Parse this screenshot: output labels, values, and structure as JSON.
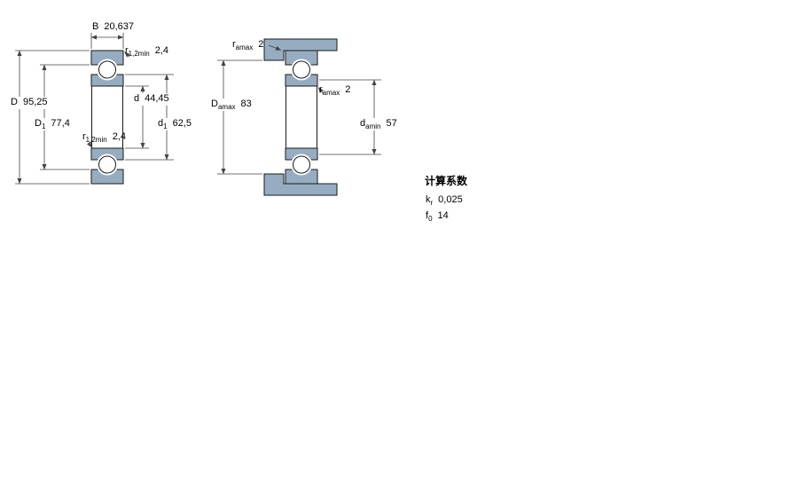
{
  "drawing": {
    "left_view": {
      "B": {
        "symbol": "B",
        "value": "20,637"
      },
      "r12_top": {
        "symbol": "r",
        "subscript": "1,2min",
        "value": "2,4"
      },
      "D": {
        "symbol": "D",
        "value": "95,25"
      },
      "D1": {
        "symbol": "D",
        "subscript": "1",
        "value": "77,4"
      },
      "d": {
        "symbol": "d",
        "value": "44,45"
      },
      "d1": {
        "symbol": "d",
        "subscript": "1",
        "value": "62,5"
      },
      "r12_bottom": {
        "symbol": "r",
        "subscript": "1,2min",
        "value": "2,4"
      }
    },
    "right_view": {
      "ra_top": {
        "symbol": "r",
        "subscript": "amax",
        "value": "2"
      },
      "Da": {
        "symbol": "D",
        "subscript": "amax",
        "value": "83"
      },
      "ra_mid": {
        "symbol": "r",
        "subscript": "amax",
        "value": "2"
      },
      "da": {
        "symbol": "d",
        "subscript": "amin",
        "value": "57"
      }
    },
    "calculation_factors": {
      "title": "计算系数",
      "kr": {
        "symbol": "k",
        "subscript": "r",
        "value": "0,025"
      },
      "f0": {
        "symbol": "f",
        "subscript": "0",
        "value": "14"
      }
    }
  },
  "colors": {
    "bearing_fill": "#96adc1",
    "outline": "#1a1a1a",
    "dim_line": "#444444"
  }
}
